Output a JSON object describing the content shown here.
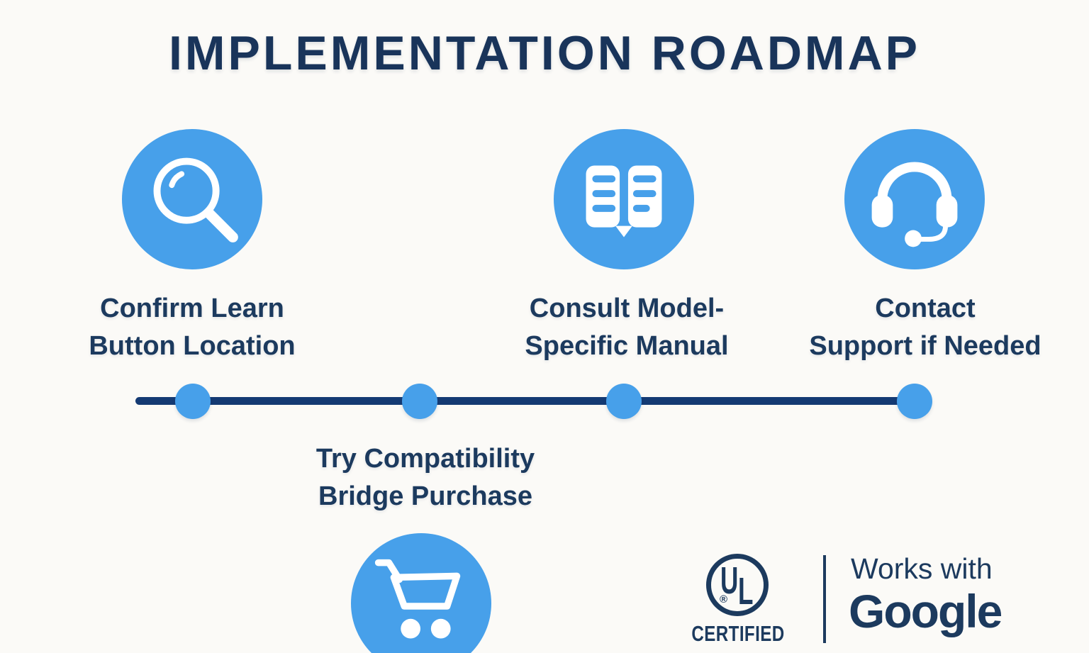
{
  "title": "IMPLEMENTATION ROADMAP",
  "steps": [
    {
      "icon": "magnifier-icon",
      "line1": "Confirm Learn",
      "line2": "Button Location",
      "side": "top"
    },
    {
      "icon": "cart-icon",
      "line1": "Try Compatibility",
      "line2": "Bridge Purchase",
      "side": "bottom"
    },
    {
      "icon": "book-icon",
      "line1": "Consult Model-",
      "line2": "Specific Manual",
      "side": "top"
    },
    {
      "icon": "headset-icon",
      "line1": "Contact",
      "line2": "Support if Needed",
      "side": "top"
    }
  ],
  "timeline": {
    "milestone_count": 4
  },
  "footer": {
    "ul_letter_u": "U",
    "ul_letter_l": "L",
    "ul_registered": "®",
    "ul_caption": "CERTIFIED",
    "works_with": "Works with",
    "brand": "Google"
  },
  "colors": {
    "background": "#FBFAF7",
    "accent_blue": "#47A0EA",
    "navy_text": "#1C3A5E",
    "title_text": "#19345A",
    "timeline_line": "#143A73",
    "icon_glyph": "#FFFFFF"
  }
}
